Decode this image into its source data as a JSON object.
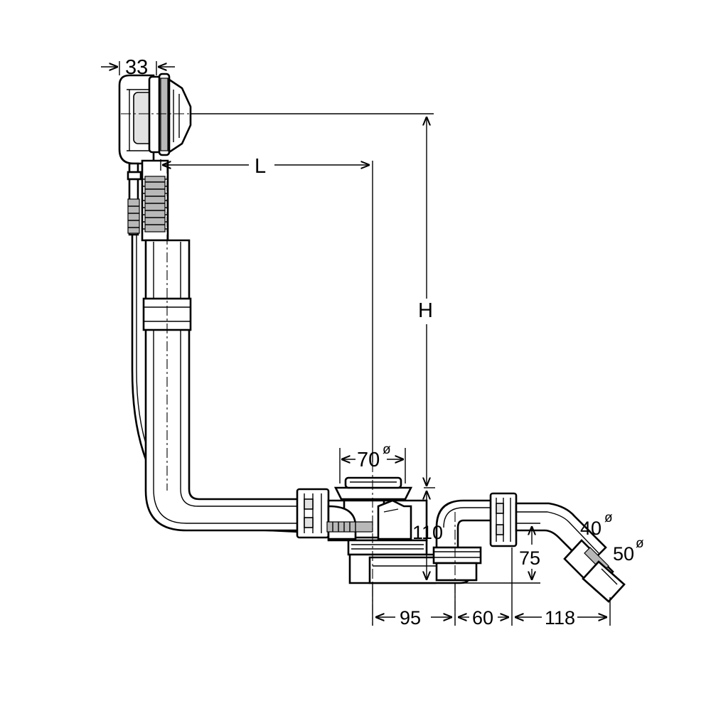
{
  "drawing": {
    "dimensions": {
      "overflow_width": "33",
      "length": "L",
      "height": "H",
      "outlet_diameter": "70",
      "diameter_symbol": "ø",
      "body_height": "110",
      "trap_height": "75",
      "dim_95": "95",
      "dim_60": "60",
      "dim_118": "118",
      "pipe_40": "40",
      "pipe_50": "50"
    },
    "colors": {
      "line": "#000000",
      "shade": "#b8b8b8",
      "background": "#ffffff"
    }
  }
}
